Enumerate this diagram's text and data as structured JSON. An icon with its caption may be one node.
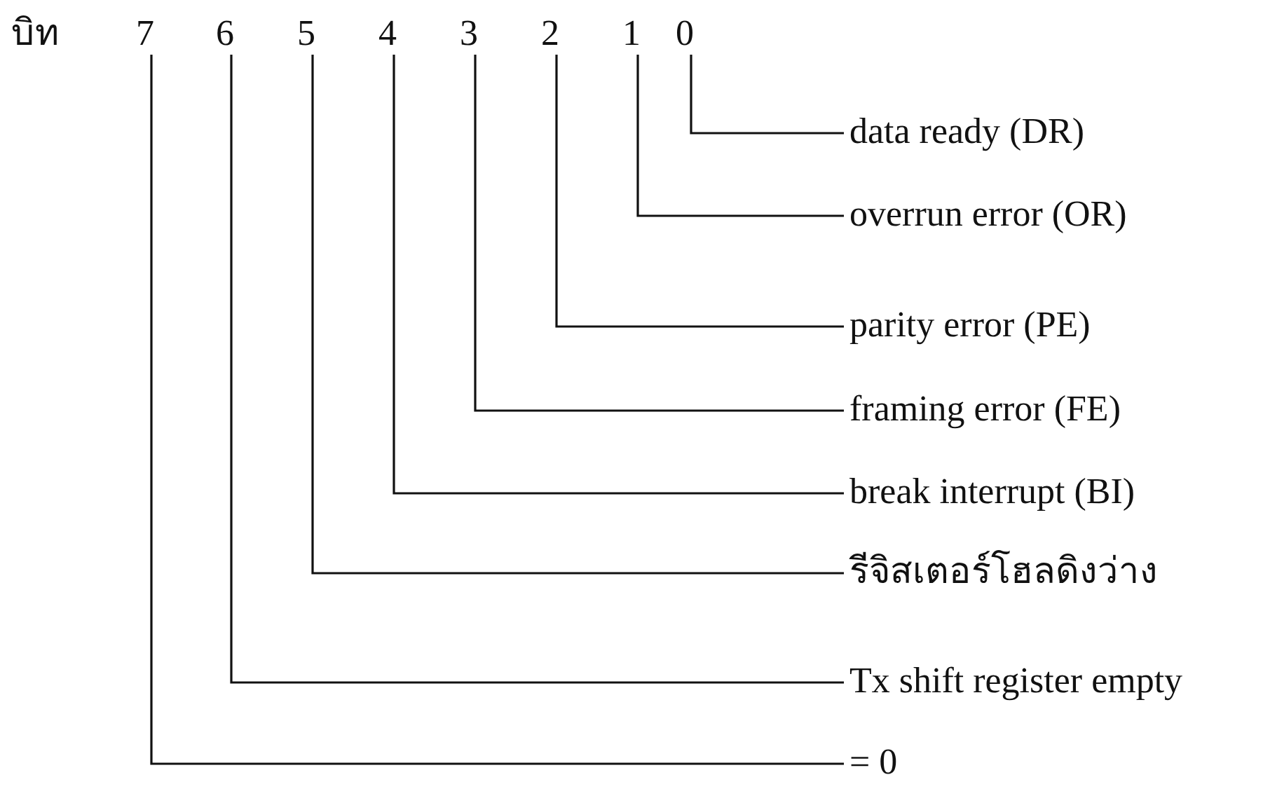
{
  "diagram": {
    "nodes": [
      {
        "text": [
          "7"
        ]
      },
      {
        "text": [
          "6"
        ]
      },
      {
        "text": [
          "5"
        ]
      },
      {
        "text": [
          "4"
        ]
      },
      {
        "text": [
          "3"
        ]
      },
      {
        "text": [
          "2"
        ]
      },
      {
        "text": [
          "1"
        ]
      },
      {
        "text": [
          "0"
        ]
      },
      {
        "text": [
          "data ready (DR)"
        ]
      },
      {
        "text": [
          "overrun error (OR)"
        ]
      },
      {
        "text": [
          "parity error (PE)"
        ]
      },
      {
        "text": [
          "framing error (FE)"
        ]
      },
      {
        "text": [
          "break interrupt (BI)"
        ]
      },
      {
        "text": [
          "รีจิสเตอร์โฮลดิงว่าง"
        ]
      },
      {
        "text": [
          "Tx shift register empty"
        ]
      },
      {
        "text": [
          "= 0"
        ]
      }
    ],
    "edges": [
      {
        "from": 7,
        "to": 8,
        "arrow": "none"
      },
      {
        "from": 6,
        "to": 9,
        "arrow": "none"
      },
      {
        "from": 5,
        "to": 10,
        "arrow": "none"
      },
      {
        "from": 4,
        "to": 11,
        "arrow": "none"
      },
      {
        "from": 3,
        "to": 12,
        "arrow": "none"
      },
      {
        "from": 2,
        "to": 13,
        "arrow": "none"
      },
      {
        "from": 1,
        "to": 14,
        "arrow": "none"
      },
      {
        "from": 0,
        "to": 15,
        "arrow": "none"
      }
    ],
    "labels": [
      "บิท"
    ]
  }
}
